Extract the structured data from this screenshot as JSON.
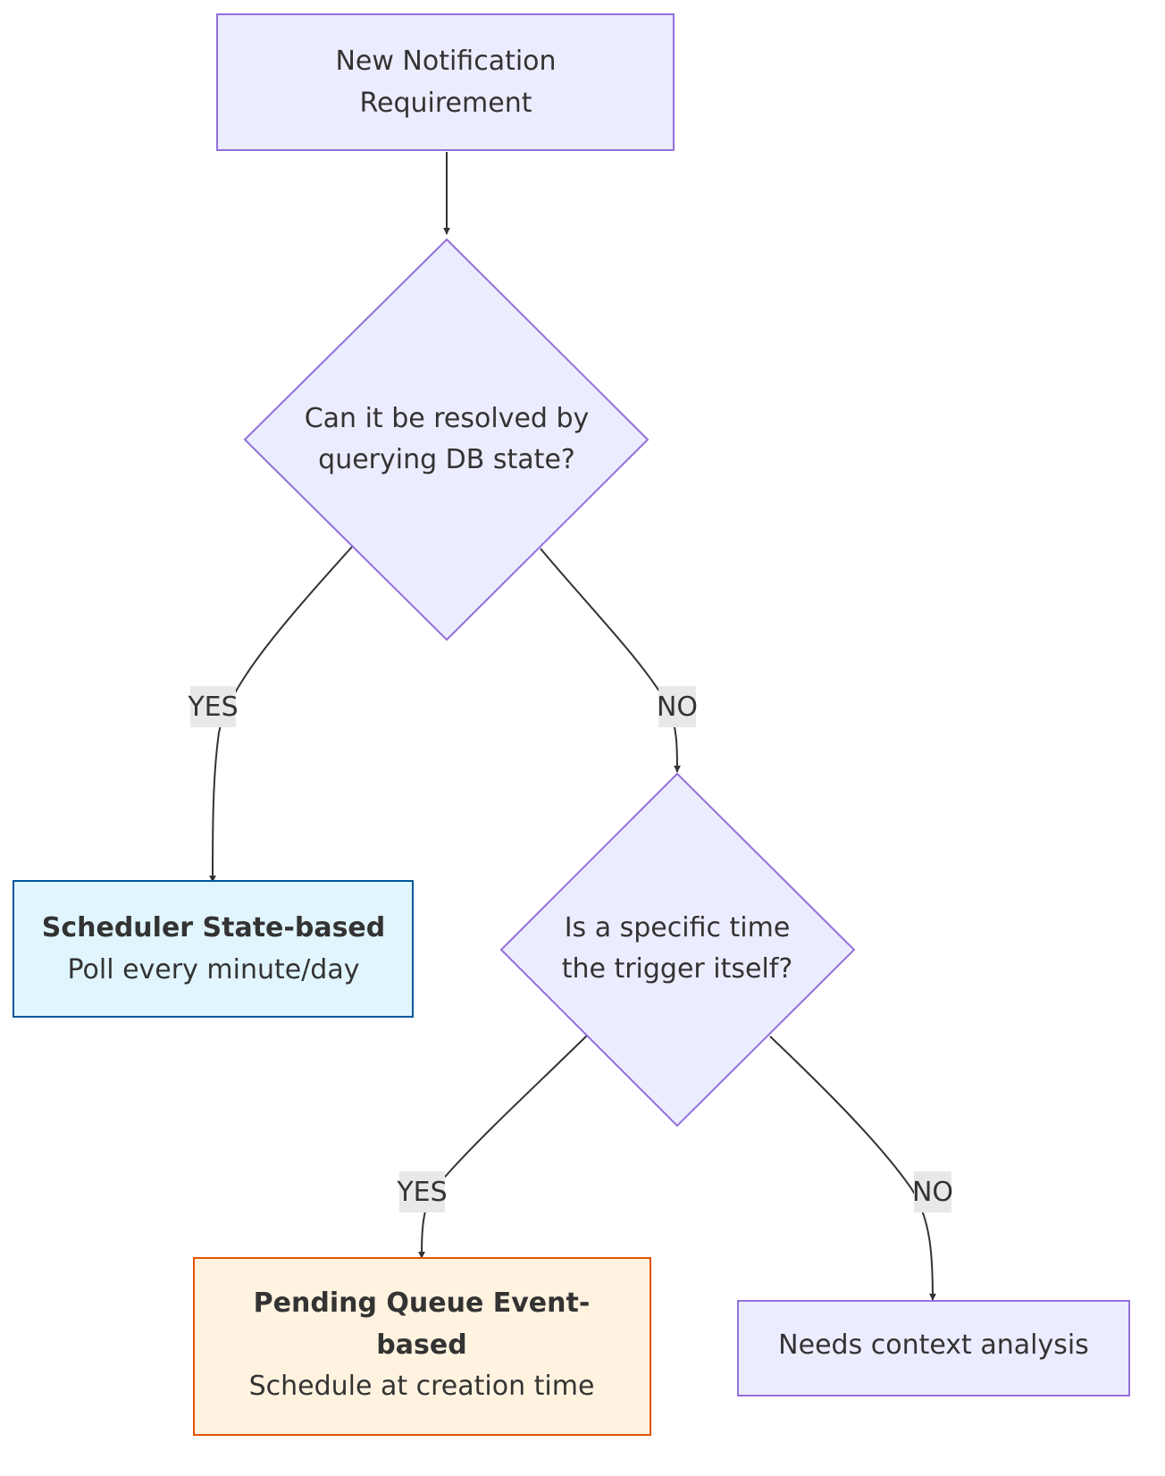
{
  "colors": {
    "default_fill": "#ECECFF",
    "default_stroke": "#9370DB",
    "scheduler_fill": "#E1F5FE",
    "scheduler_stroke": "#01579B",
    "queue_fill": "#FFF3E0",
    "queue_stroke": "#E65100",
    "edge": "#333333",
    "edge_label_bg": "#E8E8E8",
    "text": "#333333"
  },
  "nodes": {
    "start": {
      "line1": "New Notification",
      "line2": "Requirement"
    },
    "decision1": {
      "line1": "Can it be resolved by",
      "line2": "querying DB state?"
    },
    "decision2": {
      "line1": "Is a specific time",
      "line2": "the trigger itself?"
    },
    "scheduler": {
      "title": "Scheduler State-based",
      "subtitle": "Poll every minute/day"
    },
    "queue": {
      "title1": "Pending Queue Event-",
      "title2": "based",
      "subtitle": "Schedule at creation time"
    },
    "context": {
      "label": "Needs context analysis"
    }
  },
  "edges": {
    "d1_yes": "YES",
    "d1_no": "NO",
    "d2_yes": "YES",
    "d2_no": "NO"
  }
}
